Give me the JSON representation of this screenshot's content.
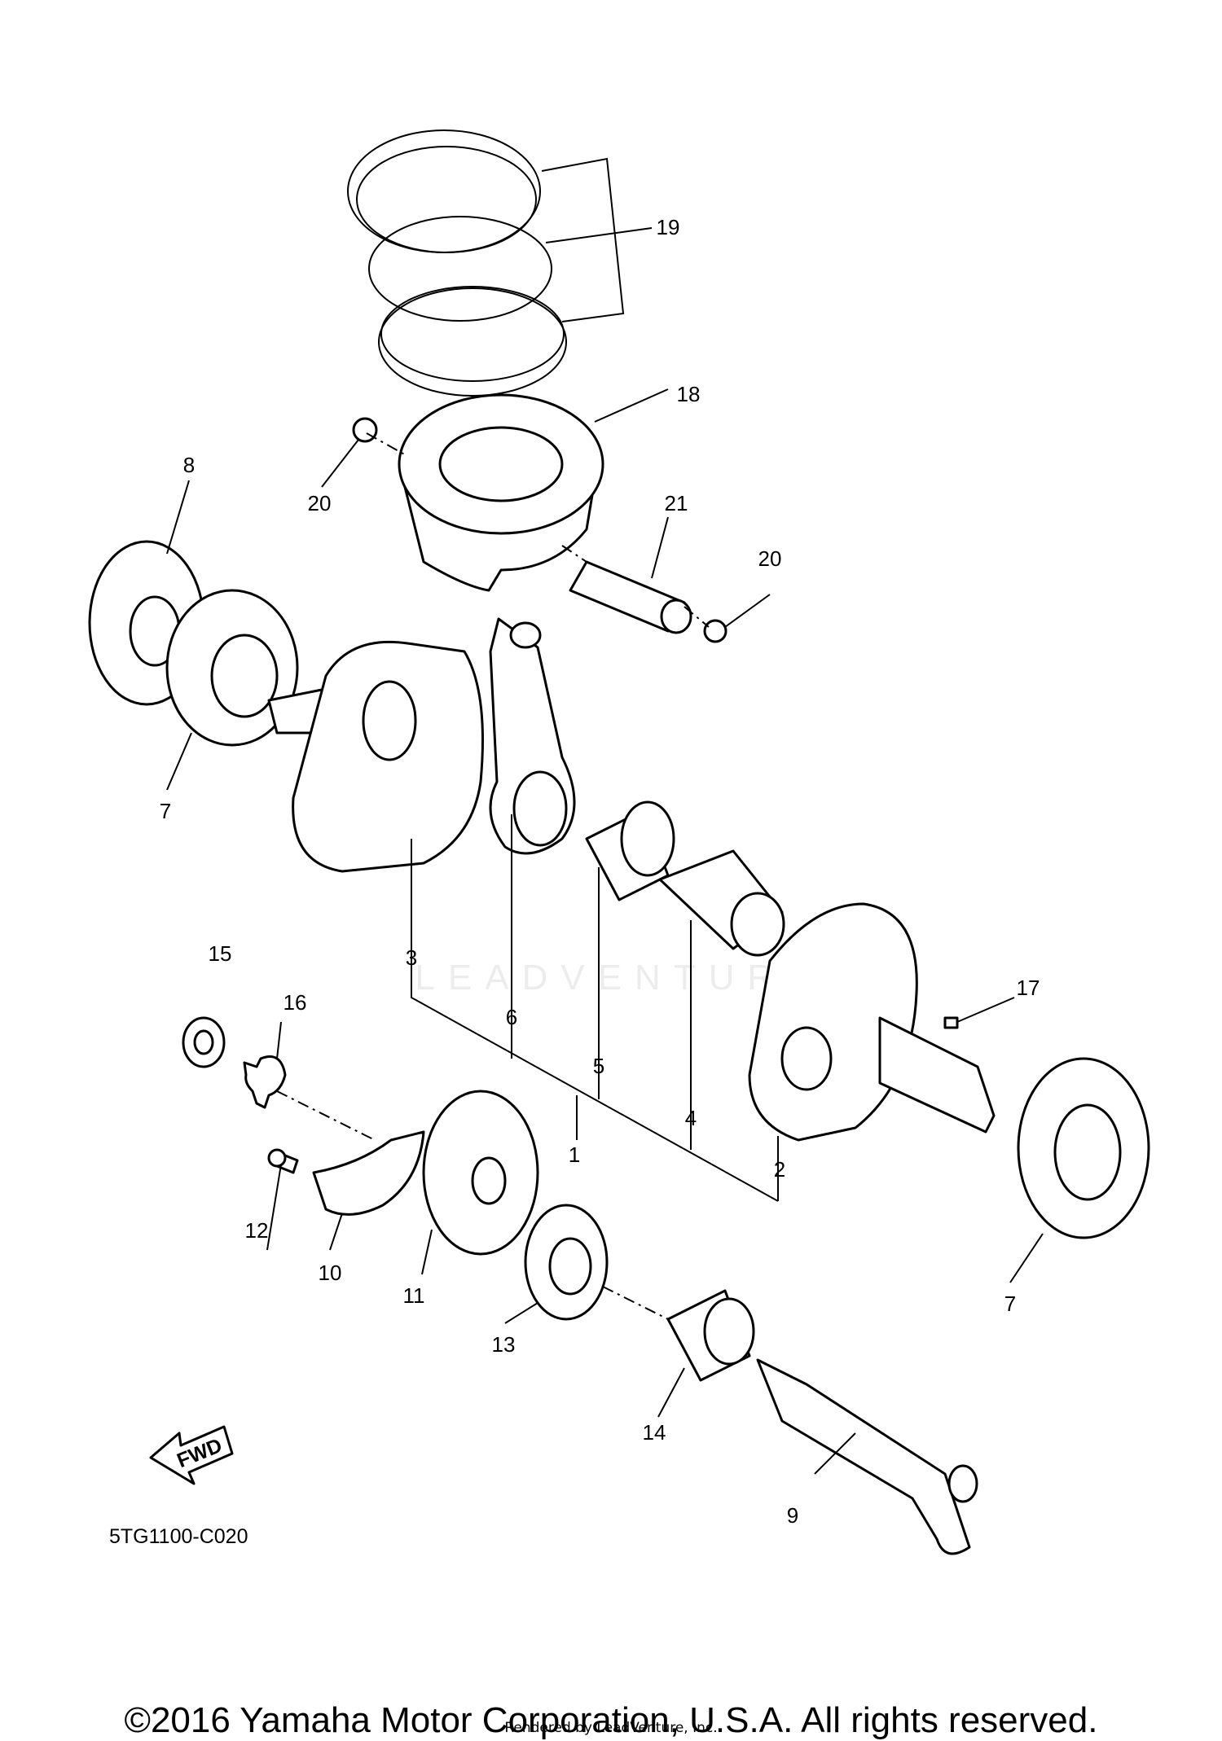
{
  "diagram_code": "5TG1100-C020",
  "fwd_label": "FWD",
  "watermark": "LEADVENTURE",
  "copyright": "©2016 Yamaha Motor Corporation, U.S.A. All rights reserved.",
  "rendered_by": "Rendered by LeadVenture, Inc.",
  "callouts": [
    "1",
    "2",
    "3",
    "4",
    "5",
    "6",
    "7",
    "7",
    "8",
    "9",
    "10",
    "11",
    "12",
    "13",
    "14",
    "15",
    "16",
    "17",
    "18",
    "19",
    "20",
    "20",
    "21"
  ]
}
